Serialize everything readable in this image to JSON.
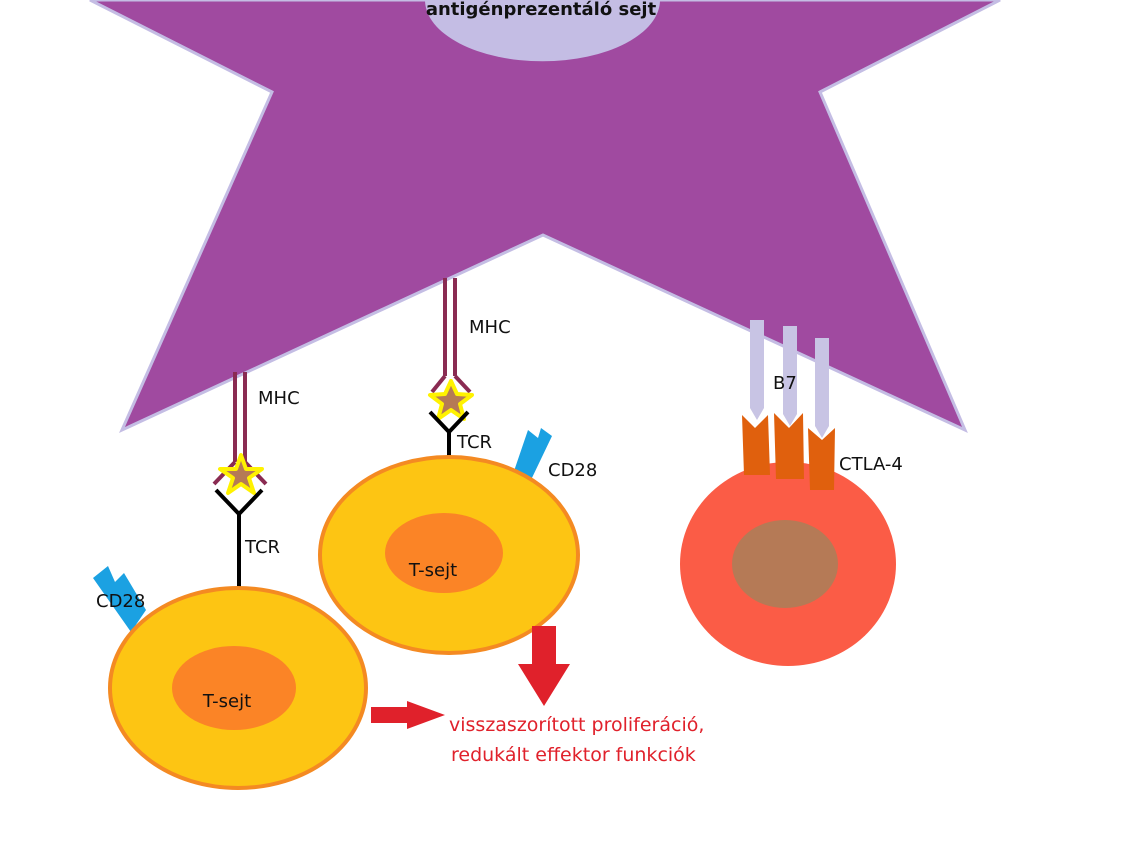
{
  "apc": {
    "label": "antigénprezentáló sejt",
    "body_color": "#a04aa0",
    "nucleus_color": "#c4bde4"
  },
  "labels": {
    "mhc_left": "MHC",
    "mhc_right": "MHC",
    "tcr_left": "TCR",
    "tcr_right": "TCR",
    "cd28_left": "CD28",
    "cd28_right": "CD28",
    "b7": "B7",
    "ctla4": "CTLA-4"
  },
  "t_cells": [
    {
      "label": "T-sejt"
    },
    {
      "label": "T-sejt"
    }
  ],
  "effect_text": {
    "line1": "visszaszorított proliferáció,",
    "line2": "redukált effektor funkciók"
  },
  "colors": {
    "t_cell_body": "#fdc513",
    "t_cell_border": "#f48a22",
    "t_cell_nucleus": "#fb8426",
    "treg_body": "#fb5c46",
    "treg_nucleus": "#b57a56",
    "mhc": "#8a2b52",
    "antigen_star": "#b57a56",
    "antigen_star_outline": "#fff200",
    "tcr": "#000000",
    "cd28": "#1ba1e2",
    "b7": "#c8c4e4",
    "ctla4": "#e0600d",
    "arrow": "#e0212b"
  }
}
